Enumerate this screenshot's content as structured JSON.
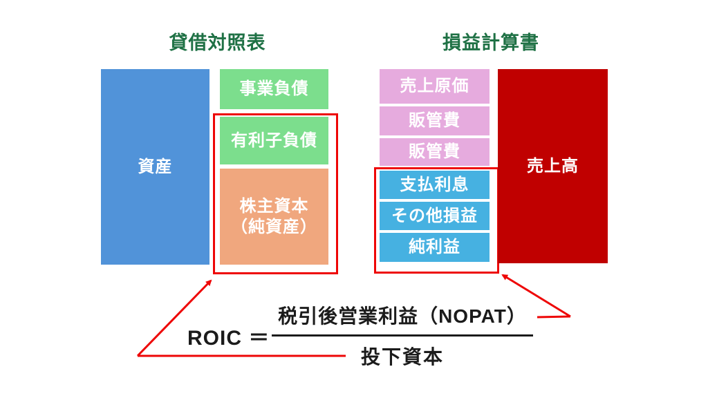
{
  "balance_sheet": {
    "title": "貸借対照表",
    "assets_label": "資産",
    "business_liabilities_label": "事業負債",
    "interest_bearing_debt_label": "有利子負債",
    "equity_label_line1": "株主資本",
    "equity_label_line2": "（純資産）"
  },
  "income_statement": {
    "title": "損益計算書",
    "cost_of_sales_label": "売上原価",
    "sga1_label": "販管費",
    "sga2_label": "販管費",
    "interest_expense_label": "支払利息",
    "other_gains_losses_label": "その他損益",
    "net_income_label": "純利益",
    "revenue_label": "売上高"
  },
  "formula": {
    "lhs": "ROIC ＝",
    "numerator": "税引後営業利益（NOPAT）",
    "denominator": "投下資本"
  },
  "colors": {
    "section_title_green": "#1F7145",
    "assets_blue": "#5193D9",
    "liability_green": "#7CDE8D",
    "equity_orange": "#F0A77E",
    "expense_pink": "#E6ABDE",
    "profit_light_blue": "#46B1E1",
    "revenue_dark_red": "#C00000",
    "highlight_red": "#EE0606",
    "formula_black": "#1b1b1b"
  }
}
